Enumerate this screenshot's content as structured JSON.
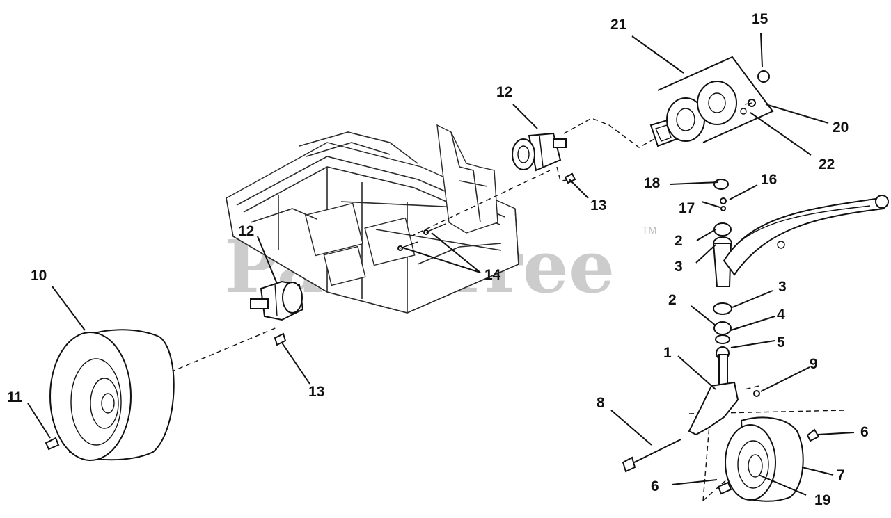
{
  "watermark": {
    "text": "PartsTree",
    "mark": "TM"
  },
  "callouts": [
    {
      "id": "c21",
      "label": "21"
    },
    {
      "id": "c15",
      "label": "15"
    },
    {
      "id": "c12a",
      "label": "12"
    },
    {
      "id": "c20",
      "label": "20"
    },
    {
      "id": "c22",
      "label": "22"
    },
    {
      "id": "c18",
      "label": "18"
    },
    {
      "id": "c16",
      "label": "16"
    },
    {
      "id": "c17",
      "label": "17"
    },
    {
      "id": "c13a",
      "label": "13"
    },
    {
      "id": "c12b",
      "label": "12"
    },
    {
      "id": "c2a",
      "label": "2"
    },
    {
      "id": "c3a",
      "label": "3"
    },
    {
      "id": "c14",
      "label": "14"
    },
    {
      "id": "c10",
      "label": "10"
    },
    {
      "id": "c3b",
      "label": "3"
    },
    {
      "id": "c2b",
      "label": "2"
    },
    {
      "id": "c4",
      "label": "4"
    },
    {
      "id": "c5",
      "label": "5"
    },
    {
      "id": "c1",
      "label": "1"
    },
    {
      "id": "c9",
      "label": "9"
    },
    {
      "id": "c13b",
      "label": "13"
    },
    {
      "id": "c11",
      "label": "11"
    },
    {
      "id": "c8",
      "label": "8"
    },
    {
      "id": "c6a",
      "label": "6"
    },
    {
      "id": "c7",
      "label": "7"
    },
    {
      "id": "c6b",
      "label": "6"
    },
    {
      "id": "c19",
      "label": "19"
    }
  ]
}
